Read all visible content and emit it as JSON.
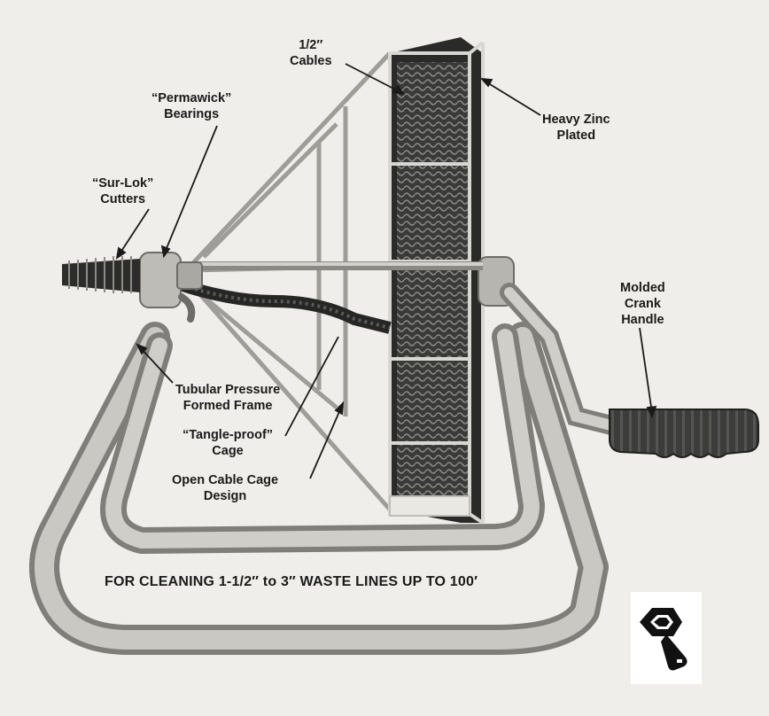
{
  "labels": {
    "cables": [
      "1/2″",
      "Cables"
    ],
    "heavy_zinc": [
      "Heavy Zinc",
      "Plated"
    ],
    "permawick": [
      "“Permawick”",
      "Bearings"
    ],
    "surlok": [
      "“Sur-Lok”",
      "Cutters"
    ],
    "molded_crank": [
      "Molded",
      "Crank",
      "Handle"
    ],
    "tubular_frame": [
      "Tubular Pressure",
      "Formed Frame"
    ],
    "tangle_proof": [
      "“Tangle-proof”",
      "Cage"
    ],
    "open_cage": [
      "Open Cable Cage",
      "Design"
    ]
  },
  "caption": "FOR CLEANING 1-1/2″ to 3″ WASTE LINES UP TO 100′",
  "colors": {
    "background": "#efeeea",
    "frame": "#b9b8b2",
    "metal_dark": "#2b2b2b",
    "text": "#1a1a1a"
  }
}
